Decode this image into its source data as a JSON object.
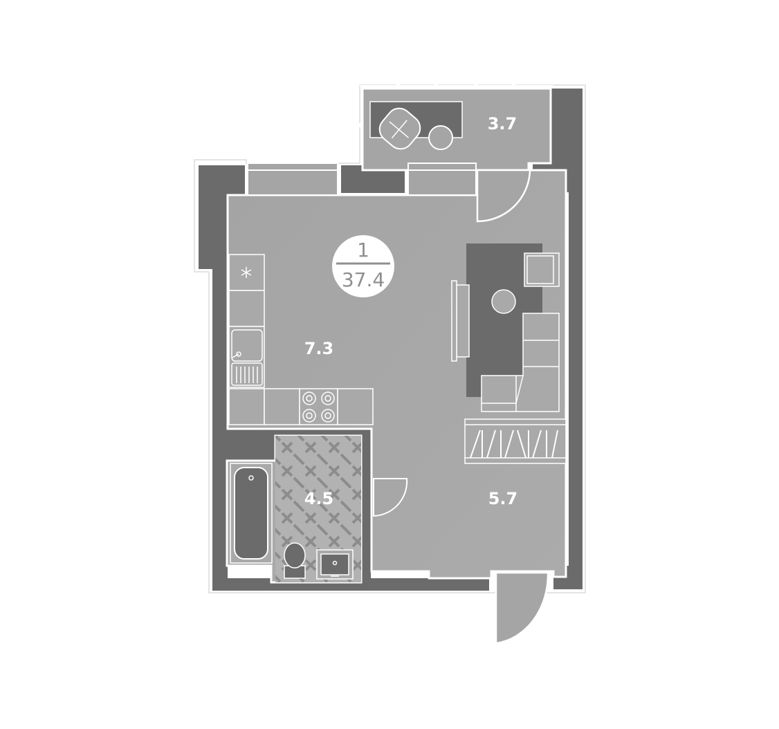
{
  "plan": {
    "rooms_count": "1",
    "total_area": "37.4",
    "rooms": [
      {
        "id": "balcony",
        "area": "3.7"
      },
      {
        "id": "kitchen",
        "area": "7.3"
      },
      {
        "id": "bathroom",
        "area": "4.5"
      },
      {
        "id": "living",
        "area": "5.7"
      }
    ]
  },
  "colors": {
    "wall": "#6b6b6b",
    "floor": "#a7a7a7",
    "balcony_floor": "#a5a5a5",
    "furniture": "#6b6b6b",
    "line": "#ffffff",
    "badge_text": "#8f8f8f"
  },
  "icons": [
    "snowflake-icon",
    "bathtub-icon",
    "toilet-icon",
    "sink-icon",
    "stove-icon",
    "door-swing-icon"
  ]
}
